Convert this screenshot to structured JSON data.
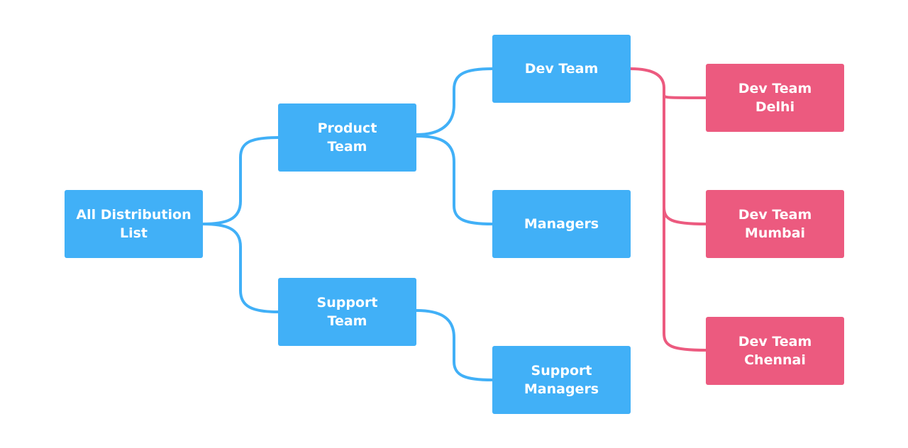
{
  "colors": {
    "team": "#41b0f7",
    "location": "#ec5a7f",
    "background": "#ffffff"
  },
  "nodes": {
    "all": {
      "line1": "All Distribution",
      "line2": "List"
    },
    "product": {
      "line1": "Product",
      "line2": "Team"
    },
    "support": {
      "line1": "Support",
      "line2": "Team"
    },
    "dev": {
      "line1": "Dev Team"
    },
    "managers": {
      "line1": "Managers"
    },
    "support_managers": {
      "line1": "Support",
      "line2": "Managers"
    },
    "dev_delhi": {
      "line1": "Dev Team",
      "line2": "Delhi"
    },
    "dev_mumbai": {
      "line1": "Dev Team",
      "line2": "Mumbai"
    },
    "dev_chennai": {
      "line1": "Dev Team",
      "line2": "Chennai"
    }
  },
  "edges": [
    {
      "from": "all",
      "to": "product"
    },
    {
      "from": "all",
      "to": "support"
    },
    {
      "from": "product",
      "to": "dev"
    },
    {
      "from": "product",
      "to": "managers"
    },
    {
      "from": "support",
      "to": "support_managers"
    },
    {
      "from": "dev",
      "to": "dev_delhi"
    },
    {
      "from": "dev",
      "to": "dev_mumbai"
    },
    {
      "from": "dev",
      "to": "dev_chennai"
    }
  ]
}
